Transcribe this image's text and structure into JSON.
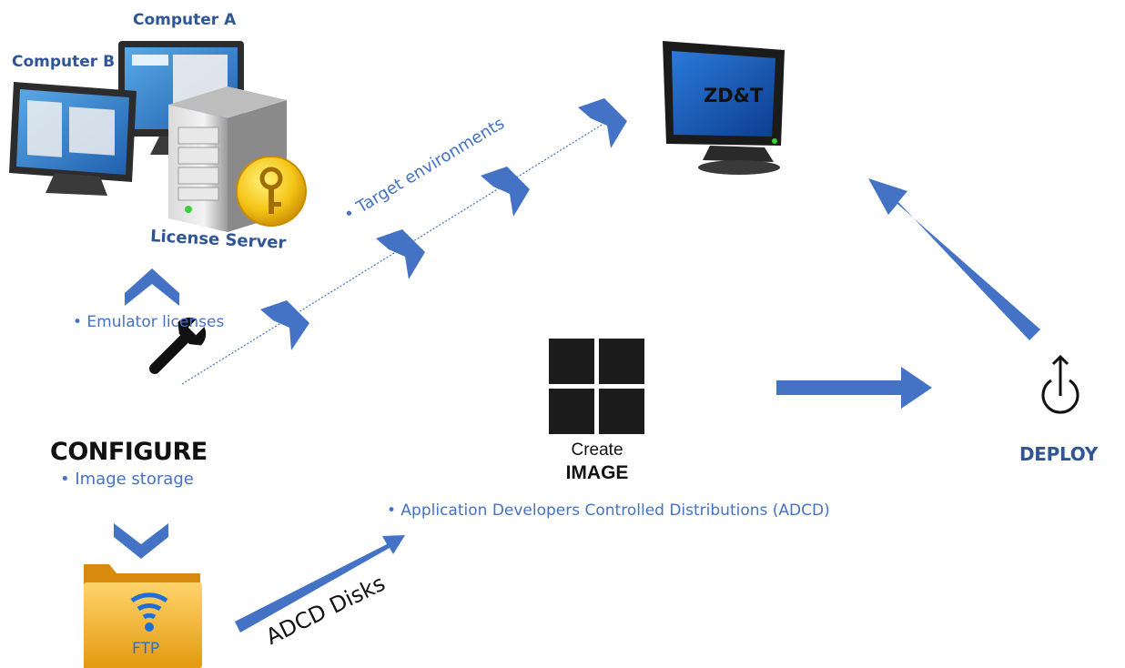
{
  "labels": {
    "computer_a": "Computer A",
    "computer_b": "Computer B",
    "license_server": "License Server",
    "emulator_licenses": "• Emulator licenses",
    "target_environments": "• Target environments",
    "configure": "CONFIGURE",
    "image_storage": "• Image storage",
    "create": "Create",
    "image": "IMAGE",
    "adcd": "• Application Developers Controlled Distributions (ADCD)",
    "adcd_disks": "ADCD Disks",
    "deploy": "DEPLOY",
    "zdt": "ZD&T",
    "ftp": "FTP"
  },
  "colors": {
    "arrow_blue": "#4472c4",
    "label_blue": "#2f5597",
    "folder_gold": "#f2b632",
    "key_gold": "#f5c518"
  },
  "icons": [
    "desktop-computer-icon",
    "server-icon",
    "key-icon",
    "monitor-icon",
    "wrench-icon",
    "windows-tiles-icon",
    "power-icon",
    "ftp-folder-icon",
    "wifi-icon"
  ]
}
